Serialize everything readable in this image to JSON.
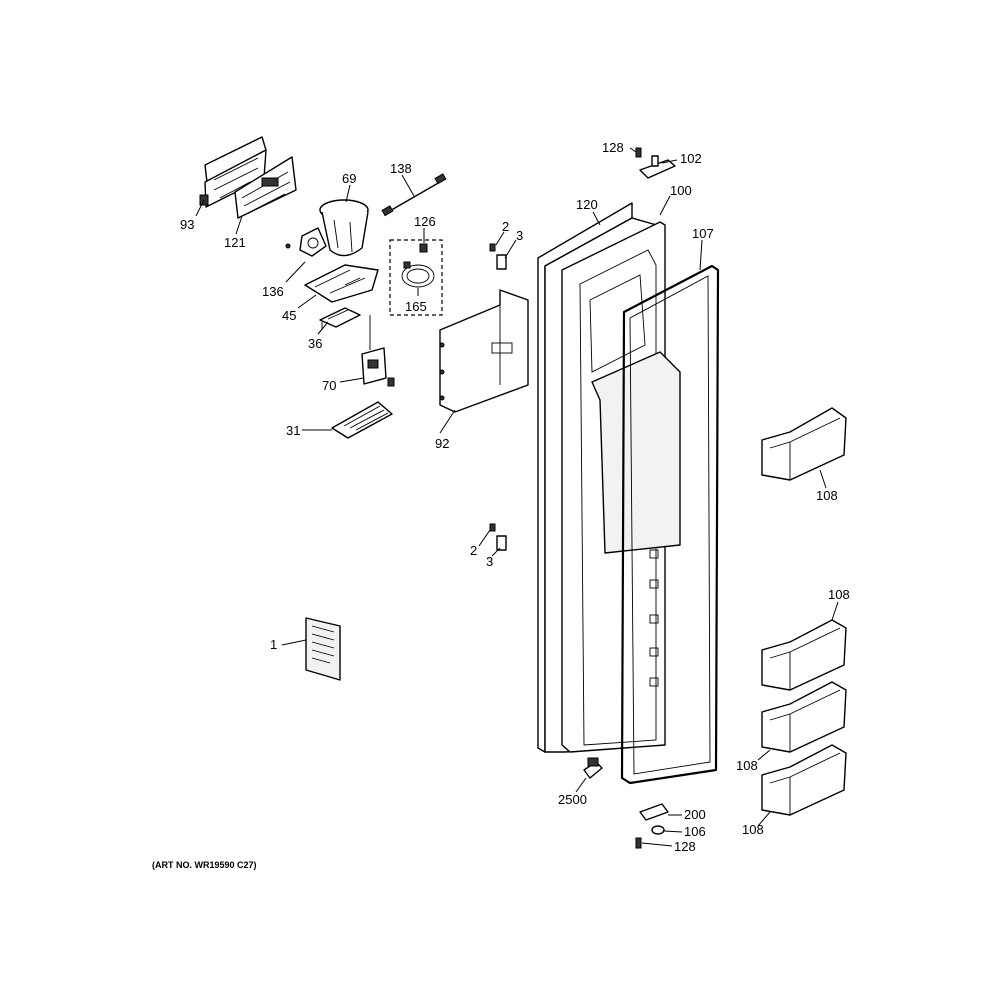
{
  "art_number": "(ART NO. WR19590 C27)",
  "callouts": {
    "c93": "93",
    "c121": "121",
    "c69": "69",
    "c138": "138",
    "c126": "126",
    "c165": "165",
    "c136": "136",
    "c45": "45",
    "c36": "36",
    "c70": "70",
    "c31": "31",
    "c92": "92",
    "c2a": "2",
    "c3a": "3",
    "c2b": "2",
    "c3b": "3",
    "c1": "1",
    "c120": "120",
    "c128a": "128",
    "c102": "102",
    "c100": "100",
    "c107": "107",
    "c108a": "108",
    "c108b": "108",
    "c108c": "108",
    "c108d": "108",
    "c2500": "2500",
    "c200": "200",
    "c106": "106",
    "c128b": "128"
  }
}
